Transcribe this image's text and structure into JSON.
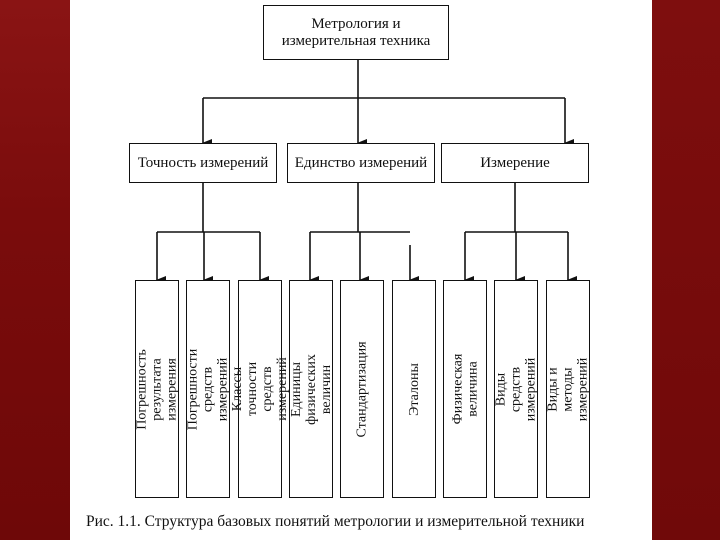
{
  "root": {
    "line1": "Метрология и",
    "line2": "измерительная техника"
  },
  "categories": [
    {
      "label": "Точность измерений",
      "children": [
        "Погрешность результата измерения",
        "Погрешности средств измерений",
        "Классы точности средств измерений"
      ]
    },
    {
      "label": "Единство измерений",
      "children": [
        "Единицы физических величин",
        "Стандартизация",
        "Эталоны"
      ]
    },
    {
      "label": "Измерение",
      "children": [
        "Физическая величина",
        "Виды средств измерений",
        "Виды и методы измерений"
      ]
    }
  ],
  "caption": "Рис. 1.1. Структура базовых понятий метрологии и измерительной техники"
}
